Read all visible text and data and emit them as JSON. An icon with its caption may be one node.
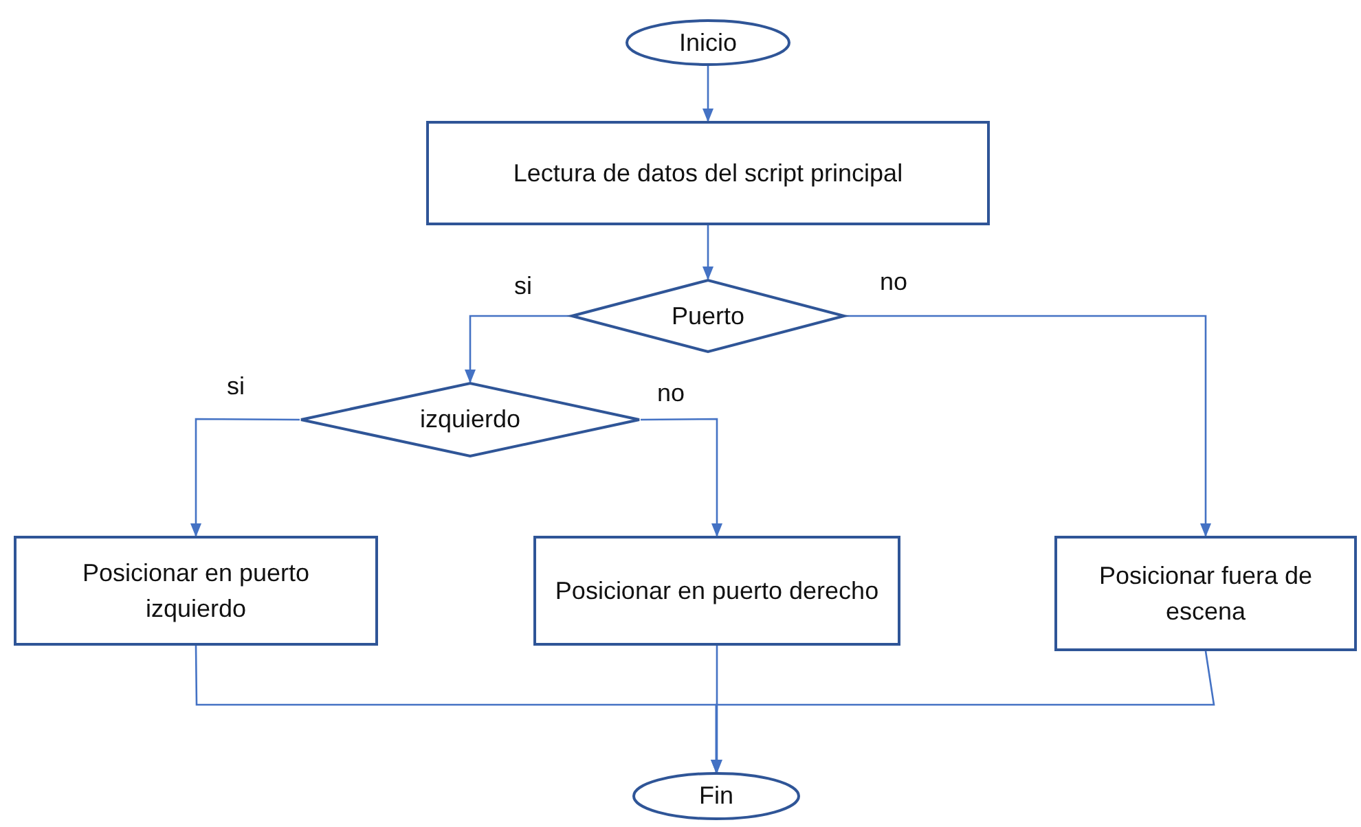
{
  "diagram": {
    "nodes": [
      {
        "text": [
          "Inicio"
        ]
      },
      {
        "text": [
          "Lectura de datos del script principal"
        ]
      },
      {
        "text": [
          "Puerto"
        ]
      },
      {
        "text": [
          "izquierdo"
        ]
      },
      {
        "text": [
          "Posicionar en puerto izquierdo"
        ]
      },
      {
        "text": [
          "Posicionar en puerto derecho"
        ]
      },
      {
        "text": [
          "Posicionar fuera de escena"
        ]
      },
      {
        "text": [
          "Fin"
        ]
      }
    ],
    "edges": [
      {
        "from": 0,
        "to": 1,
        "arrow": "to"
      },
      {
        "from": 1,
        "to": 2,
        "arrow": "to"
      },
      {
        "from": 2,
        "to": 3,
        "arrow": "to",
        "label": "si"
      },
      {
        "from": 2,
        "to": 6,
        "arrow": "to",
        "label": "no"
      },
      {
        "from": 3,
        "to": 4,
        "arrow": "to",
        "label": "si"
      },
      {
        "from": 3,
        "to": 5,
        "arrow": "to",
        "label": "no"
      },
      {
        "from": 4,
        "to": 7,
        "arrow": "to"
      },
      {
        "from": 5,
        "to": 7,
        "arrow": "to"
      },
      {
        "from": 6,
        "to": 7,
        "arrow": "to"
      }
    ]
  }
}
